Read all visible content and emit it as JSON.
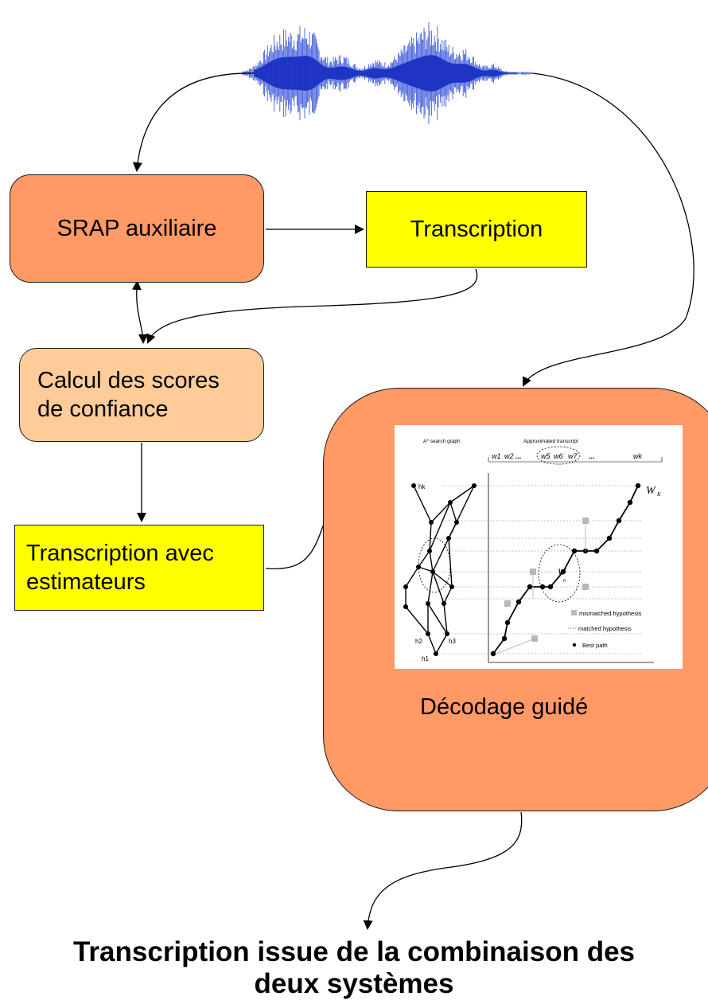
{
  "boxes": {
    "srap": "SRAP auxiliaire",
    "transcription": "Transcription",
    "calcul_line1": "Calcul des scores",
    "calcul_line2": "de confiance",
    "trans_est_line1": "Transcription avec",
    "trans_est_line2": "estimateurs",
    "decodage": "Décodage guidé"
  },
  "figure": {
    "graph_label": "A* search graph",
    "transcript_label": "Approximated transcript",
    "words": [
      "w1",
      "w2",
      "...",
      "w5",
      "w6",
      "w7",
      "...",
      "wk"
    ],
    "nodes": [
      "hk",
      "h2",
      "h3",
      "h1"
    ],
    "wk_label": "W",
    "wk_sub": "K",
    "w6_label": "W",
    "w6_sub": "6",
    "legend": [
      "mismatched hypothesis",
      "matched hypothesis",
      "Best path"
    ]
  },
  "final": {
    "line1": "Transcription issue de la combinaison des",
    "line2": "deux systèmes"
  },
  "colors": {
    "srap": "#ff9966",
    "decodage": "#ff9966",
    "calcul": "#ffcc99",
    "transcription": "#ffff00",
    "waveform": "#1f3fd6"
  }
}
